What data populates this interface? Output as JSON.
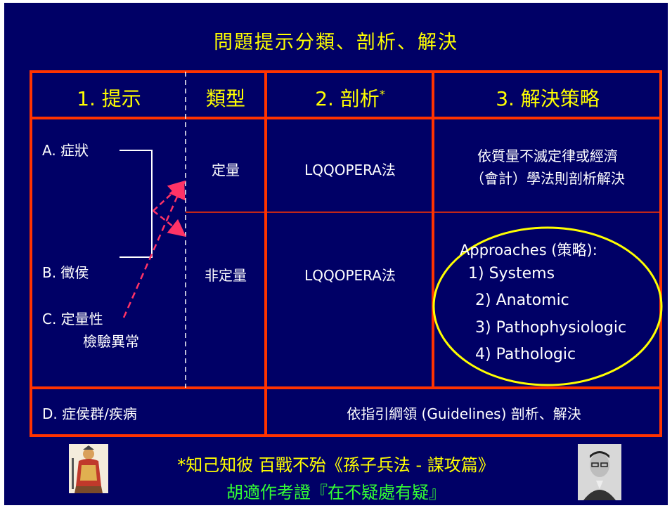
{
  "title": "問題提示分類、剖析、解決",
  "headers": {
    "col1": "1. 提示",
    "col2": "類型",
    "col3": "2. 剖析",
    "col3_sup": "*",
    "col4": "3. 解決策略"
  },
  "presentation": {
    "a": "A. 症狀",
    "b": "B. 徵侯",
    "c_line1": "C. 定量性",
    "c_line2": "檢驗異常"
  },
  "types": {
    "quantitative": "定量",
    "non_quantitative": "非定量"
  },
  "analysis": {
    "row1": "LQQOPERA法",
    "row2": "LQQOPERA法"
  },
  "strategy": {
    "row1_line1": "依質量不滅定律或經濟",
    "row1_line2": "（會計）學法則剖析解決",
    "approaches_title": "Approaches (策略):",
    "approaches": [
      "1) Systems",
      "2) Anatomic",
      "3) Pathophysiologic",
      "4) Pathologic"
    ]
  },
  "bottom_row": {
    "left": "D. 症侯群/疾病",
    "right": "依指引綱領 (Guidelines) 剖析、解決"
  },
  "footer": {
    "line1": "*知己知彼 百戰不殆《孫子兵法 - 謀攻篇》",
    "line2": "胡適作考證『在不疑處有疑』"
  },
  "colors": {
    "background": "#000066",
    "border": "#ff3300",
    "title": "#ffff00",
    "body_text": "#ffffff",
    "footer_line2": "#33ff33",
    "ellipse": "#ffff00",
    "arrow": "#ff3366"
  }
}
